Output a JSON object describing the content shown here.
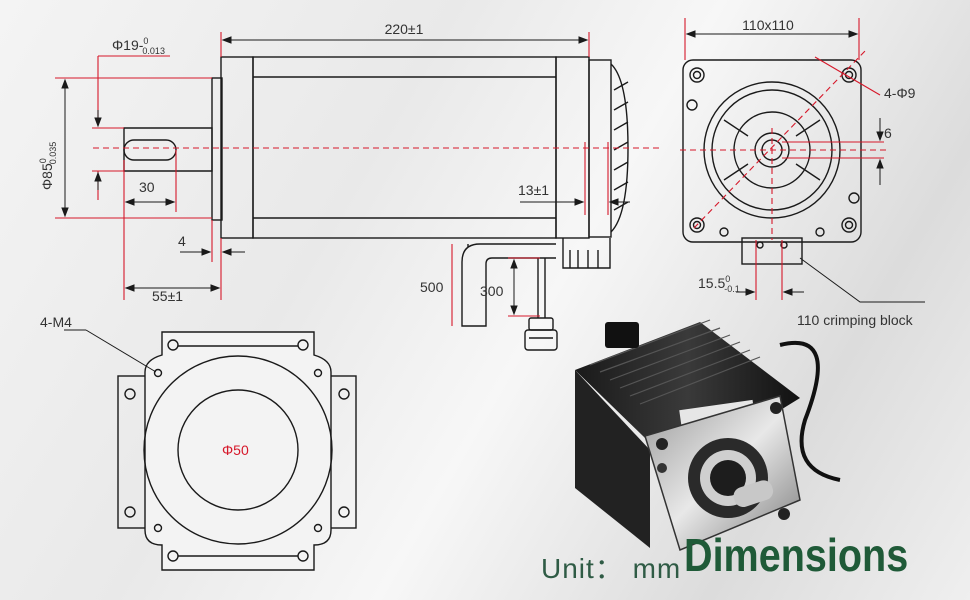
{
  "side_view": {
    "total_length": "220±1",
    "shaft_diameter_base": "Φ19-",
    "shaft_tol_upper": "0",
    "shaft_tol_lower": "0.013",
    "flange_diameter_base": "Φ85",
    "flange_tol_upper": "0",
    "flange_tol_lower": "0.035",
    "key_length": "30",
    "flange_thickness": "4",
    "shaft_length": "55±1",
    "rear_offset": "13±1",
    "cable_length_1": "500",
    "cable_length_2": "300"
  },
  "front_view": {
    "width": "110x110",
    "mount_holes": "4-Φ9",
    "key_height": "6",
    "key_width_base": "15.5",
    "key_width_tol_upper": "0",
    "key_width_tol_lower": "-0.1",
    "connector_note": "110 crimping block"
  },
  "rear_view": {
    "thread_holes": "4-M4",
    "center_diameter": "Φ50"
  },
  "footer": {
    "unit_label": "Unit： mm",
    "title": "Dimensions"
  },
  "colors": {
    "dimension": "#d6182a",
    "outline": "#1a1a1a",
    "title": "#1f5a38"
  }
}
